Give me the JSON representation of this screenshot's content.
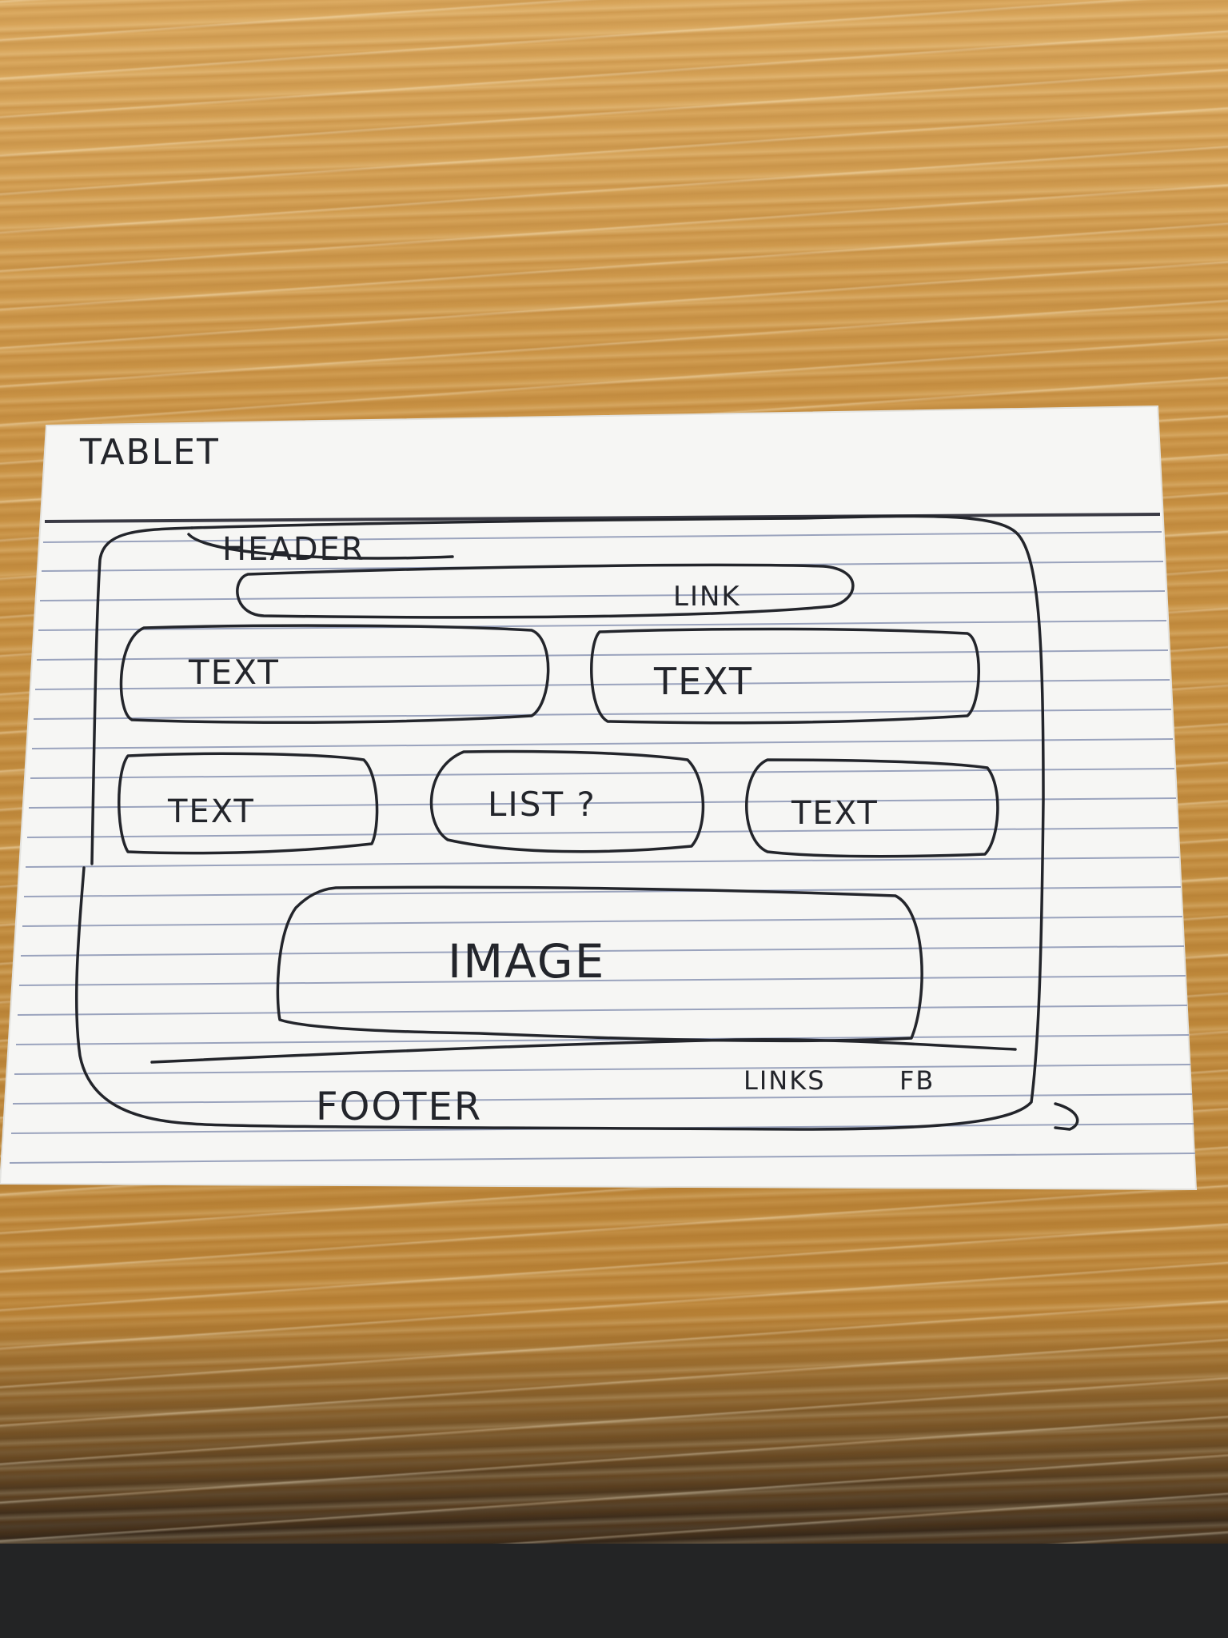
{
  "card": {
    "title": "TABLET"
  },
  "wireframe": {
    "header_label": "HEADER",
    "link_label": "LINK",
    "row1": [
      "TEXT",
      "TEXT"
    ],
    "row2": [
      "TEXT",
      "LIST ?",
      "TEXT"
    ],
    "image_label": "IMAGE",
    "footer_label": "FOOTER",
    "footer_links_label": "LINKS",
    "footer_fb_label": "FB"
  },
  "colors": {
    "ink": "#23252b",
    "paper": "#f6f6f4",
    "rule_line": "#8d97b2",
    "desk": "#c8913d"
  }
}
